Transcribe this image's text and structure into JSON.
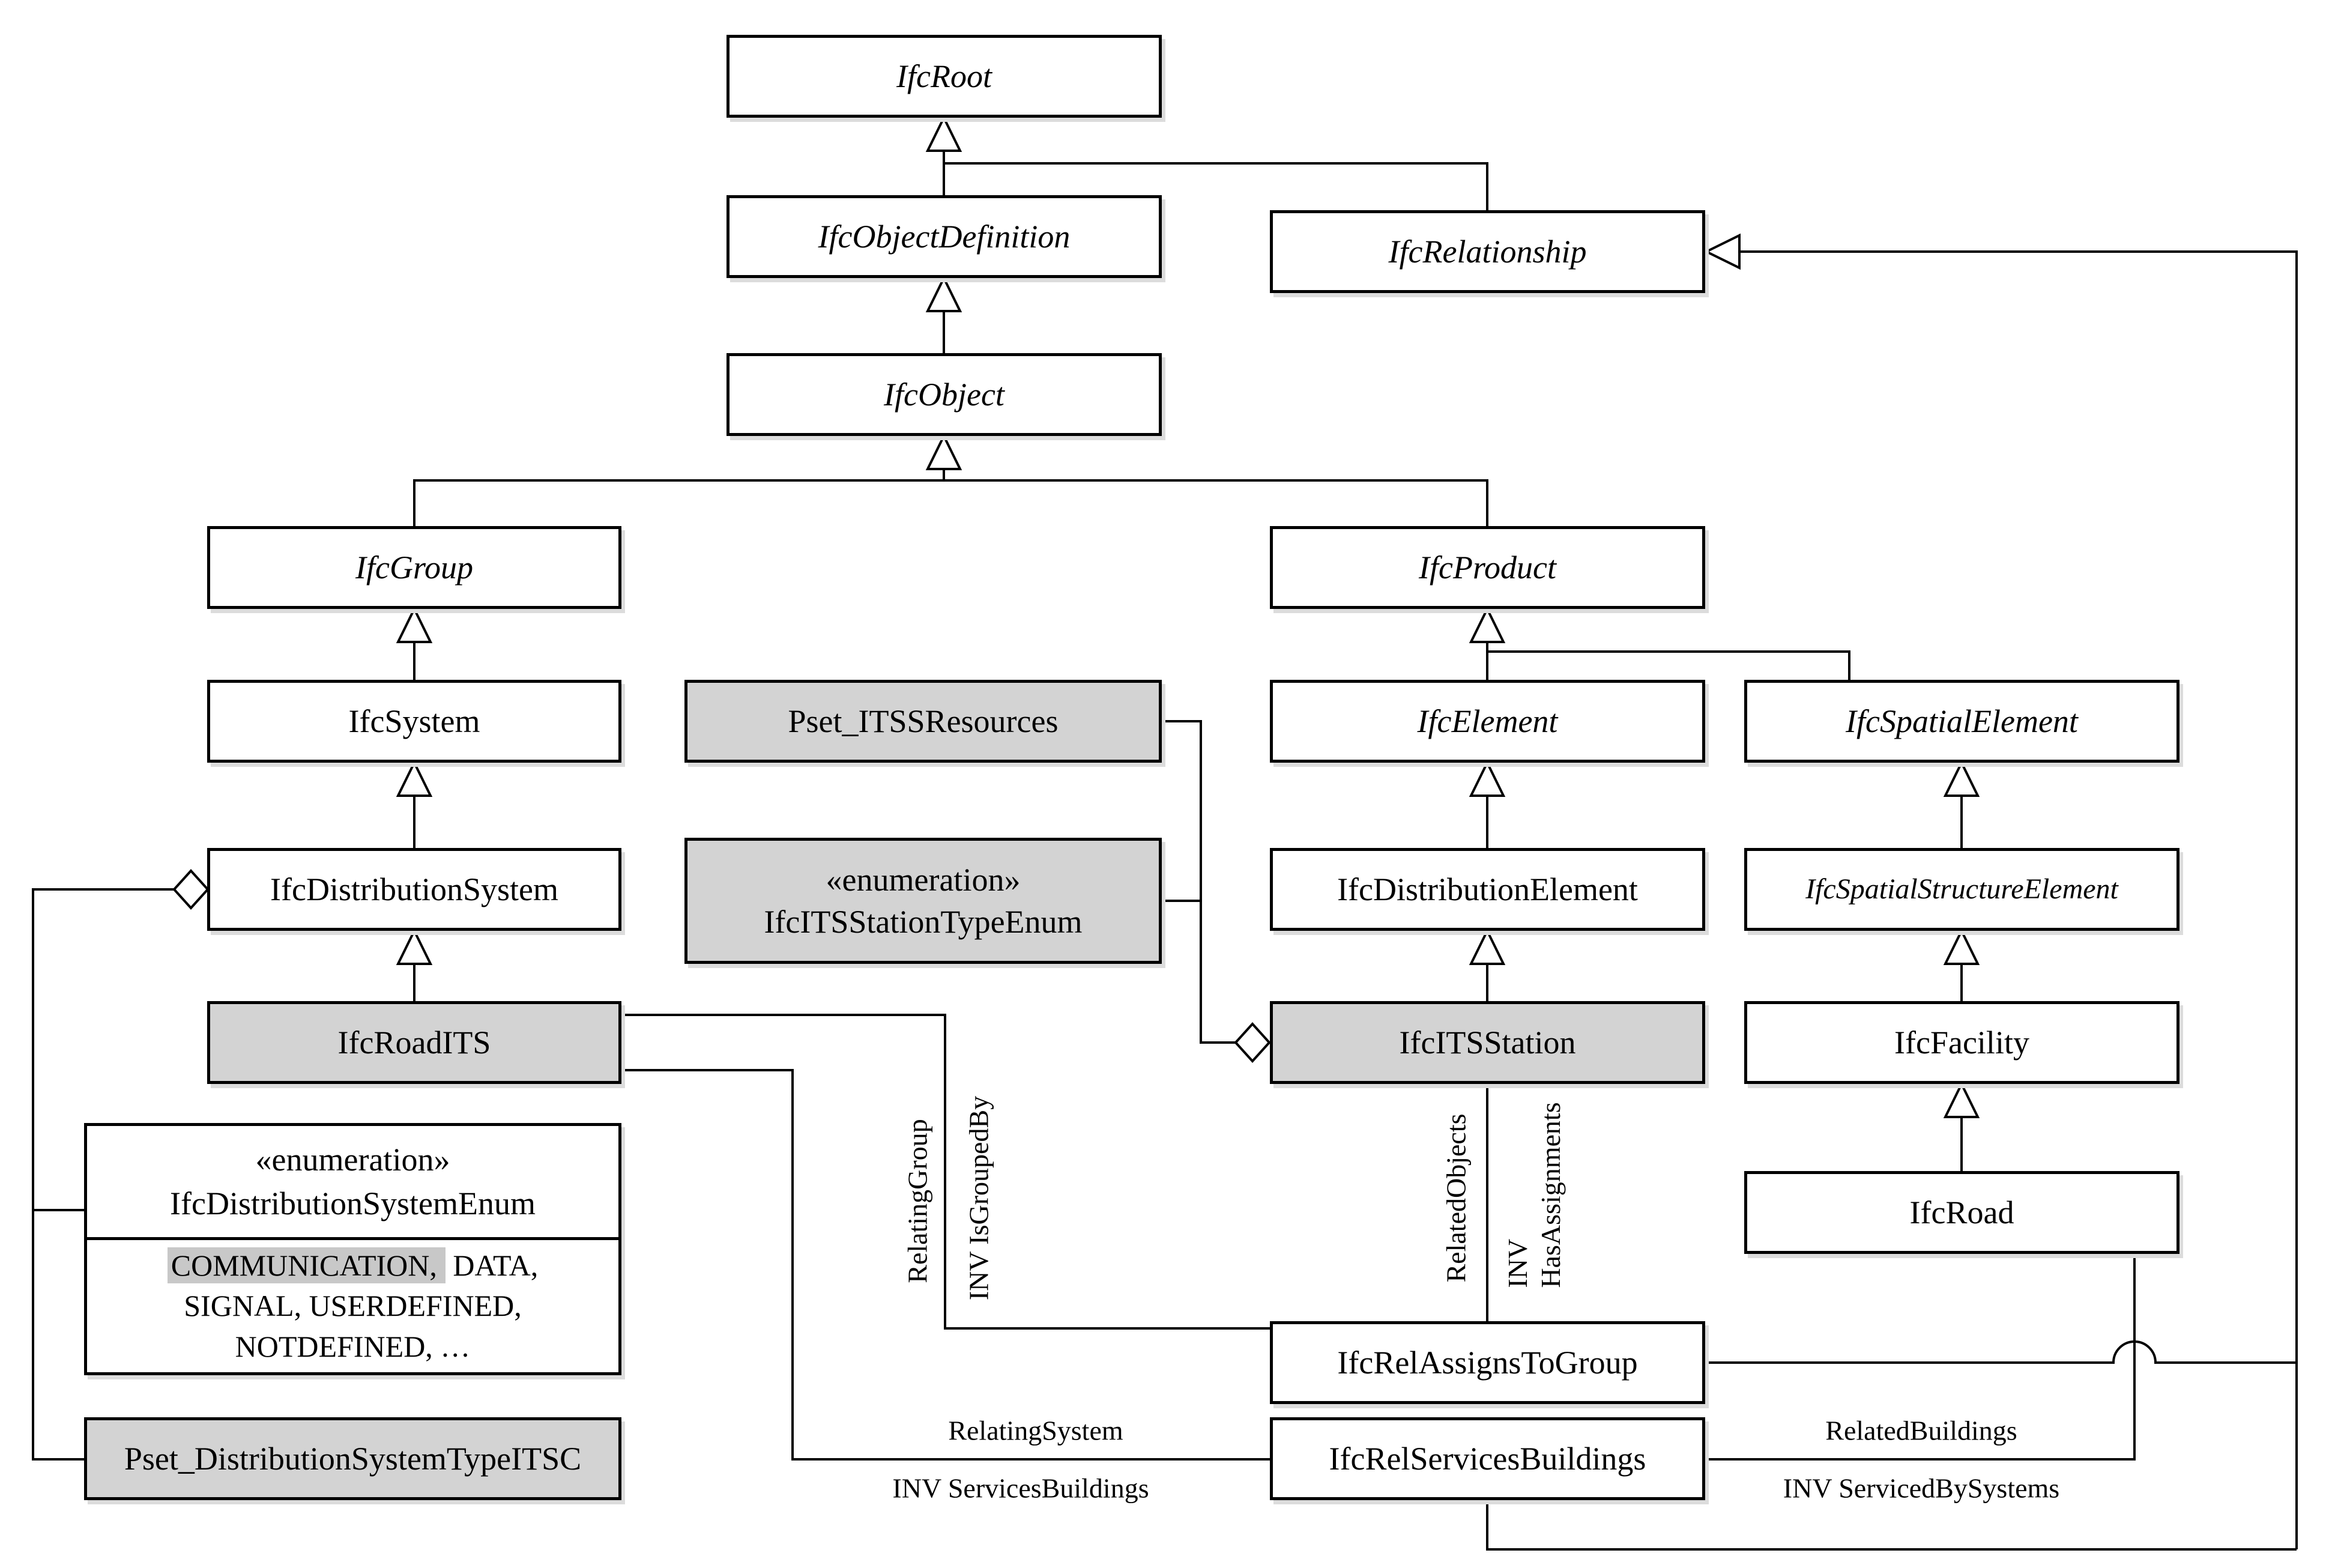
{
  "diagram": {
    "colors": {
      "background": "#ffffff",
      "box_fill_white": "#ffffff",
      "box_fill_gray": "#d3d3d3",
      "value_highlight": "#c8c8c8",
      "line_and_border": "#000000"
    },
    "nodes": {
      "ifcroot": {
        "label": "IfcRoot"
      },
      "ifcobjectdefinition": {
        "label": "IfcObjectDefinition"
      },
      "ifcrelationship": {
        "label": "IfcRelationship"
      },
      "ifcobject": {
        "label": "IfcObject"
      },
      "ifcgroup": {
        "label": "IfcGroup"
      },
      "ifcproduct": {
        "label": "IfcProduct"
      },
      "ifcsystem": {
        "label": "IfcSystem"
      },
      "pset_itssresources": {
        "label": "Pset_ITSSResources"
      },
      "ifcelement": {
        "label": "IfcElement"
      },
      "ifcspatialelement": {
        "label": "IfcSpatialElement"
      },
      "ifcdistributionsystem": {
        "label": "IfcDistributionSystem"
      },
      "ifcitsstationtypeenum": {
        "stereotype": "«enumeration»",
        "label": "IfcITSStationTypeEnum"
      },
      "ifcdistributionelement": {
        "label": "IfcDistributionElement"
      },
      "ifcspatialstructureelement": {
        "label": "IfcSpatialStructureElement"
      },
      "ifcroadits": {
        "label": "IfcRoadITS"
      },
      "ifcitsstation": {
        "label": "IfcITSStation"
      },
      "ifcfacility": {
        "label": "IfcFacility"
      },
      "ifcdistributionsystemenum": {
        "stereotype": "«enumeration»",
        "label": "IfcDistributionSystemEnum",
        "values_line1_highlight": "COMMUNICATION,",
        "values_line1_rest": " DATA,",
        "values_line2": "SIGNAL, USERDEFINED,",
        "values_line3": "NOTDEFINED, …"
      },
      "ifcroad": {
        "label": "IfcRoad"
      },
      "ifcrelassignstogroup": {
        "label": "IfcRelAssignsToGroup"
      },
      "pset_distributionsystemtypeitsc": {
        "label": "Pset_DistributionSystemTypeITSC"
      },
      "ifcrelservicesbuildings": {
        "label": "IfcRelServicesBuildings"
      }
    },
    "edge_labels": {
      "relating_group": "RelatingGroup",
      "inv_is_grouped_by": "INV IsGroupedBy",
      "related_objects": "RelatedObjects",
      "inv_has_assignments_line1": "INV",
      "inv_has_assignments_line2": "HasAssignments",
      "relating_system": "RelatingSystem",
      "inv_services_buildings": "INV ServicesBuildings",
      "related_buildings": "RelatedBuildings",
      "inv_serviced_by_systems": "INV ServicedBySystems"
    }
  }
}
